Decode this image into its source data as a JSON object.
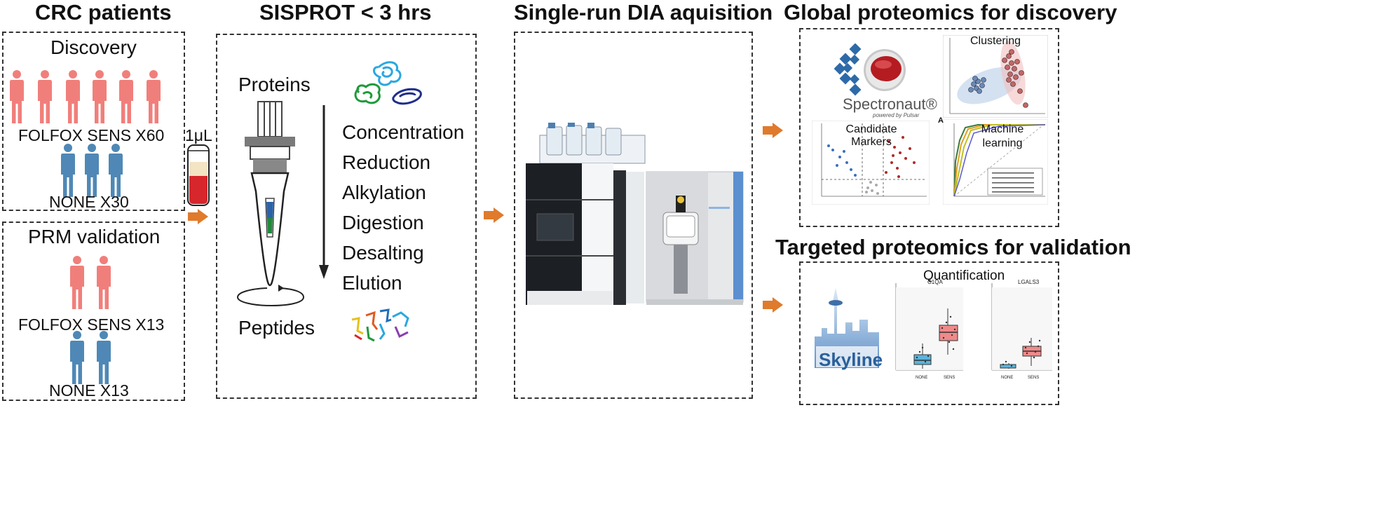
{
  "headers": {
    "crc": "CRC patients",
    "sisprot": "SISPROT < 3 hrs",
    "dia": "Single-run DIA aquisition",
    "global": "Global proteomics for discovery",
    "targeted": "Targeted proteomics for validation"
  },
  "discovery": {
    "title": "Discovery",
    "sens_label": "FOLFOX SENS X60",
    "none_label": "NONE  X30"
  },
  "prm": {
    "title": "PRM validation",
    "sens_label": "FOLFOX SENS X13",
    "none_label": "NONE  X13"
  },
  "sample": {
    "volume": "1μL"
  },
  "sisprot_box": {
    "proteins": "Proteins",
    "peptides": "Peptides",
    "steps": [
      "Concentration",
      "Reduction",
      "Alkylation",
      "Digestion",
      "Desalting",
      "Elution"
    ]
  },
  "discovery_panel": {
    "spectronaut_logo": "Spectronaut®",
    "spectronaut_sub": "powered by Pulsar",
    "clustering": "Clustering",
    "candidate_markers": "Candidate Markers",
    "machine_learning": "Machine learning"
  },
  "validation_panel": {
    "skyline_logo": "Skyline",
    "quantification": "Quantification",
    "plot1_title": "C1QA",
    "plot2_title": "LGALS3",
    "x_none": "NONE",
    "x_sens": "SENS"
  },
  "colors": {
    "sens_person": "#f07f7b",
    "none_person": "#4f88b6",
    "arrow": "#e07a2c",
    "box_border": "#333333"
  }
}
